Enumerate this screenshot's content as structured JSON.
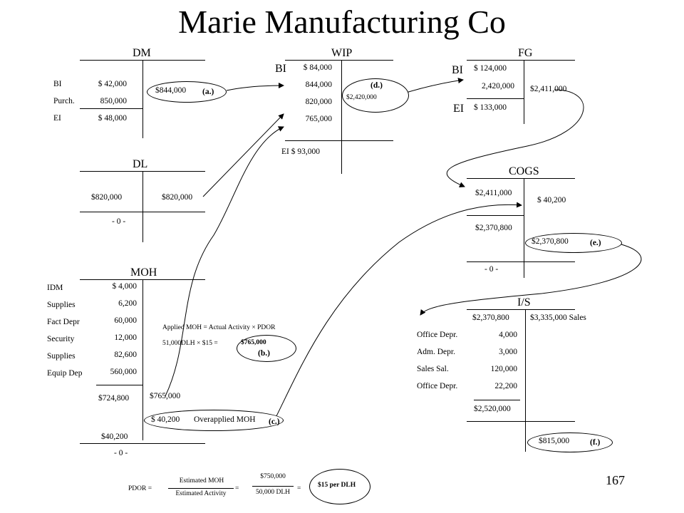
{
  "title": "Marie Manufacturing Co",
  "page_number": "167",
  "dm": {
    "heading": "DM",
    "rows": [
      {
        "label": "BI",
        "value": "$  42,000"
      },
      {
        "label": "Purch.",
        "value": "850,000"
      },
      {
        "label": "EI",
        "value": "$  48,000"
      }
    ],
    "credit": "$844,000",
    "marker": "(a.)"
  },
  "wip": {
    "heading": "WIP",
    "bi_label": "BI",
    "debits": [
      "$  84,000",
      "844,000",
      "820,000",
      "765,000"
    ],
    "credit": "$2,420,000",
    "marker": "(d.)",
    "ei": "EI   $  93,000"
  },
  "fg": {
    "heading": "FG",
    "bi_label": "BI",
    "bi_value": "$    124,000",
    "debit2": "2,420,000",
    "credit": "$2,411,000",
    "ei_label": "EI",
    "ei_value": "$   133,000"
  },
  "dl": {
    "heading": "DL",
    "debit": "$820,000",
    "credit": "$820,000",
    "balance": "- 0 -"
  },
  "cogs": {
    "heading": "COGS",
    "debit": "$2,411,000",
    "credit": "$     40,200",
    "subtotal": "$2,370,800",
    "closing": "$2,370,800",
    "marker": "(e.)",
    "balance": "- 0 -"
  },
  "moh": {
    "heading": "MOH",
    "rows": [
      {
        "label": "IDM",
        "value": "$   4,000"
      },
      {
        "label": "Supplies",
        "value": "6,200"
      },
      {
        "label": "Fact Depr",
        "value": "60,000"
      },
      {
        "label": "Security",
        "value": "12,000"
      },
      {
        "label": "Supplies",
        "value": "82,600"
      },
      {
        "label": "Equip Dep",
        "value": "560,000"
      }
    ],
    "total_debit": "$724,800",
    "total_credit": "$765,000",
    "adjust": "$  40,200",
    "adjust_label": "Overapplied MOH",
    "marker": "(c.)",
    "closing": "$40,200",
    "balance": "- 0 -"
  },
  "applied": {
    "line1": "Applied MOH = Actual Activity × PDOR",
    "line2": "51,000DLH × $15 =",
    "result": "$765,000",
    "marker": "(b.)"
  },
  "is": {
    "heading": "I/S",
    "cogs": "$2,370,800",
    "sales": "$3,335,000  Sales",
    "rows": [
      {
        "label": "Office Depr.",
        "value": "4,000"
      },
      {
        "label": "Adm. Depr.",
        "value": "3,000"
      },
      {
        "label": "Sales Sal.",
        "value": "120,000"
      },
      {
        "label": "Office Depr.",
        "value": "22,200"
      }
    ],
    "total": "$2,520,000",
    "net": "$815,000",
    "marker": "(f.)"
  },
  "pdor": {
    "label": "PDOR =",
    "num": "Estimated MOH",
    "den": "Estimated Activity",
    "eq1": "=",
    "num2": "$750,000",
    "den2": "50,000 DLH",
    "eq2": "=",
    "result": "$15 per DLH"
  }
}
